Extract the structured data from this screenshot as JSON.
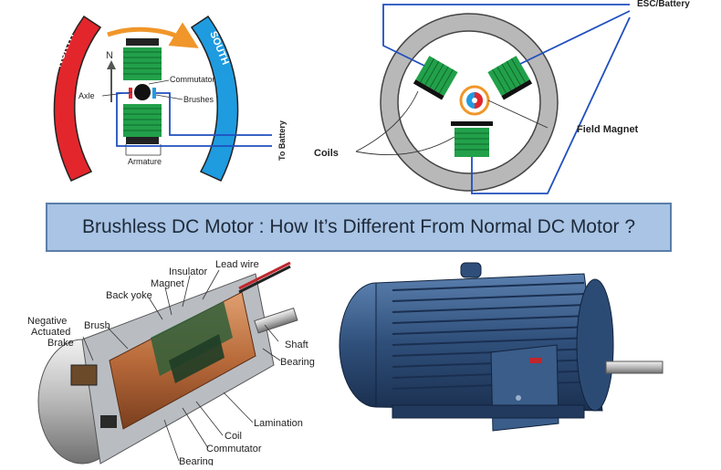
{
  "banner": {
    "title": "Brushless DC Motor : How It’s Different From Normal DC Motor ?"
  },
  "brushed_diagram": {
    "north": "NORTH",
    "south": "SOUTH",
    "n_arrow": "N",
    "commutator": "Commutator",
    "axle": "Axle",
    "brushes": "Brushes",
    "armature": "Armature",
    "to_battery": "To Battery"
  },
  "brushless_diagram": {
    "esc_battery": "ESC/Battery",
    "field_magnet": "Field Magnet",
    "coils": "Coils"
  },
  "cutaway_labels": {
    "lead_wire": "Lead wire",
    "insulator": "Insulator",
    "magnet": "Magnet",
    "back_yoke": "Back yoke",
    "negative": "Negative",
    "actuated": "Actuated",
    "brake": "Brake",
    "brush": "Brush",
    "shaft": "Shaft",
    "bearing_right": "Bearing",
    "lamination": "Lamination",
    "coil": "Coil",
    "commutator": "Commutator",
    "bearing_bottom": "Bearing"
  },
  "colors": {
    "north_red": "#e3262c",
    "south_blue": "#1f9be0",
    "coil_green": "#22a04a",
    "wire_blue": "#1f4fbf",
    "banner_bg": "#a9c4e4",
    "motor_blue": "#2f4f7a",
    "stator_gray": "#b8b8b8",
    "rotation_orange": "#f0962a"
  }
}
